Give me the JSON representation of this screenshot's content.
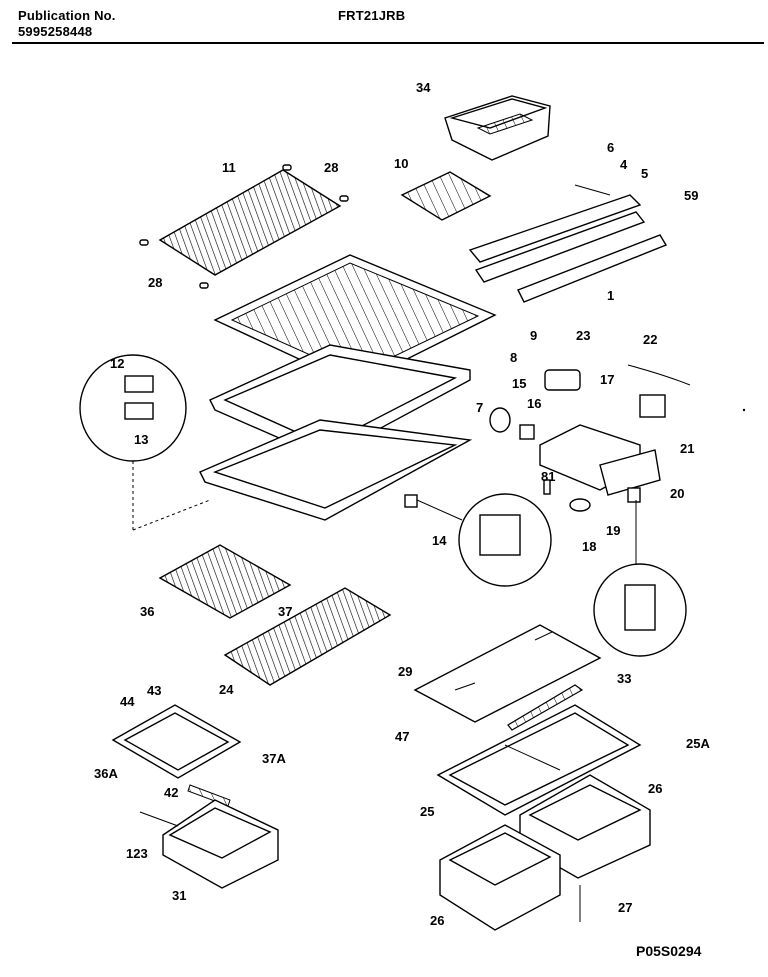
{
  "header": {
    "publication_label": "Publication No.",
    "publication_number": "5995258448",
    "model": "FRT21JRB"
  },
  "figure_code": "P05S0294",
  "part_labels": [
    "34",
    "11",
    "28",
    "10",
    "6",
    "4",
    "5",
    "59",
    "1",
    "9",
    "23",
    "22",
    "12",
    "8",
    "15",
    "17",
    "16",
    "13",
    "7",
    "21",
    "81",
    "20",
    "19",
    "14",
    "18",
    "36",
    "37",
    "29",
    "24",
    "33",
    "44",
    "43",
    "47",
    "25A",
    "36A",
    "37A",
    "42",
    "25",
    "26",
    "123",
    "31",
    "27"
  ]
}
